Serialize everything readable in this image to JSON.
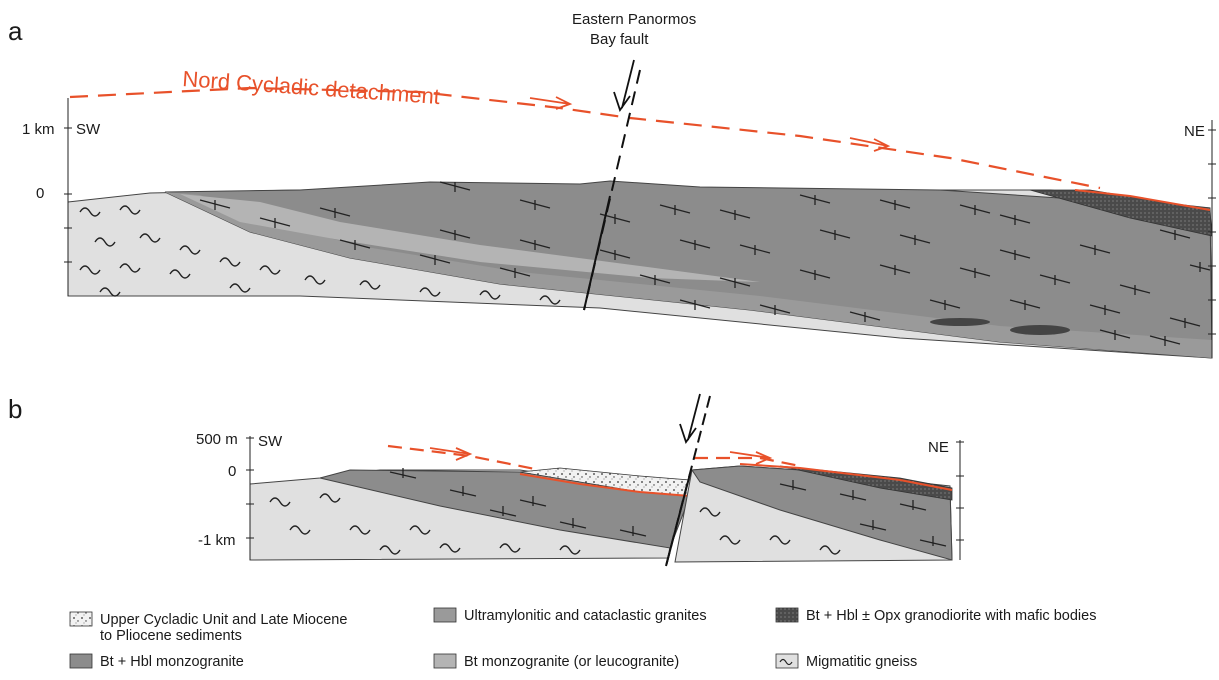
{
  "panel_a": {
    "letter": "a",
    "fault_label_line1": "Eastern Panormos",
    "fault_label_line2": "Bay fault",
    "detachment_label": "Nord Cycladic detachment",
    "scale_top": "1 km",
    "scale_zero": "0",
    "left_dir": "SW",
    "right_dir": "NE"
  },
  "panel_b": {
    "letter": "b",
    "scale_top": "500 m",
    "scale_zero": "0",
    "scale_bottom": "-1 km",
    "left_dir": "SW",
    "right_dir": "NE"
  },
  "legend": {
    "upper_cycladic_line1": "Upper Cycladic Unit and Late Miocene",
    "upper_cycladic_line2": "to Pliocene sediments",
    "ultramylonitic": "Ultramylonitic and cataclastic granites",
    "granodiorite": "Bt + Hbl ± Opx granodiorite with mafic bodies",
    "bt_hbl_monzogranite": "Bt + Hbl monzogranite",
    "bt_monzogranite": "Bt monzogranite (or leucogranite)",
    "migmatitic_gneiss": "Migmatitic gneiss"
  },
  "colors": {
    "detachment": "#e8512a",
    "gneiss": "#e0e0e0",
    "leucogranite": "#b4b4b4",
    "ultramylonite": "#9a9a9a",
    "monzogranite": "#8c8c8c",
    "granodiorite": "#5e5e5e"
  }
}
